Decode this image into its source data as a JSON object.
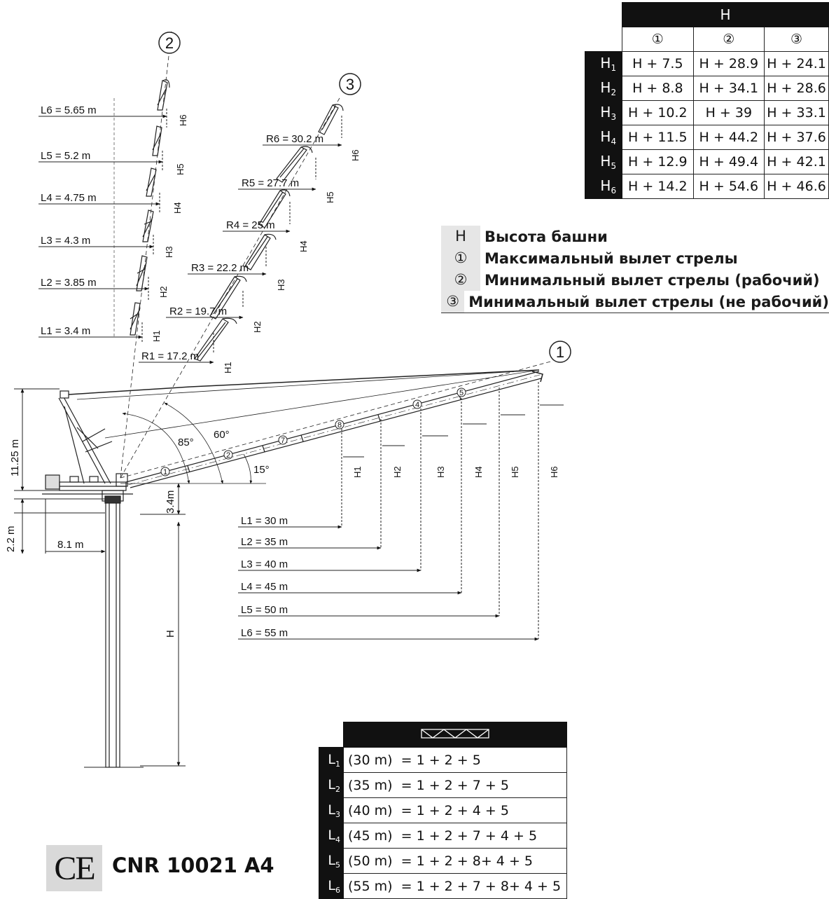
{
  "height_table": {
    "header": "H",
    "columns": [
      "①",
      "②",
      "③"
    ],
    "rows": [
      {
        "label": "H",
        "sub": "1",
        "values": [
          "H + 7.5",
          "H + 28.9",
          "H + 24.1"
        ]
      },
      {
        "label": "H",
        "sub": "2",
        "values": [
          "H + 8.8",
          "H + 34.1",
          "H + 28.6"
        ]
      },
      {
        "label": "H",
        "sub": "3",
        "values": [
          "H + 10.2",
          "H + 39",
          "H + 33.1"
        ]
      },
      {
        "label": "H",
        "sub": "4",
        "values": [
          "H + 11.5",
          "H + 44.2",
          "H + 37.6"
        ]
      },
      {
        "label": "H",
        "sub": "5",
        "values": [
          "H + 12.9",
          "H + 49.4",
          "H + 42.1"
        ]
      },
      {
        "label": "H",
        "sub": "6",
        "values": [
          "H + 14.2",
          "H + 54.6",
          "H + 46.6"
        ]
      }
    ]
  },
  "legend": [
    {
      "key": "H",
      "text": "Высота башни"
    },
    {
      "key": "①",
      "text": "Максимальный вылет стрелы"
    },
    {
      "key": "②",
      "text": "Минимальный вылет стрелы (рабочий)"
    },
    {
      "key": "③",
      "text": "Минимальный вылет стрелы (не рабочий)"
    }
  ],
  "composition_table": {
    "header_icon": "boom-section-icon",
    "rows": [
      {
        "label": "L",
        "sub": "1",
        "text": "(30 m)  = 1 + 2 + 5"
      },
      {
        "label": "L",
        "sub": "2",
        "text": "(35 m)  = 1 + 2 + 7 + 5"
      },
      {
        "label": "L",
        "sub": "3",
        "text": "(40 m)  = 1 + 2 + 4 + 5"
      },
      {
        "label": "L",
        "sub": "4",
        "text": "(45 m)  = 1 + 2 + 7 + 4 + 5"
      },
      {
        "label": "L",
        "sub": "5",
        "text": "(50 m)  = 1 + 2 + 8+ 4 + 5"
      },
      {
        "label": "L",
        "sub": "6",
        "text": "(55 m)  = 1 + 2 + 7 + 8+ 4 + 5"
      }
    ]
  },
  "certification": {
    "mark": "CE",
    "standard": "CNR 10021 A4"
  },
  "diagram": {
    "position_labels": [
      "1",
      "2",
      "3"
    ],
    "left_dims": [
      "L6 = 5.65 m",
      "L5 = 5.2 m",
      "L4 = 4.75 m",
      "L3 = 4.3 m",
      "L2 = 3.85 m",
      "L1 = 3.4 m"
    ],
    "radius_dims": [
      "R6 = 30.2 m",
      "R5 = 27.7 m",
      "R4 = 25 m",
      "R3 = 22.2 m",
      "R2 = 19.7 m",
      "R1 = 17.2 m"
    ],
    "boom_lengths": [
      "L1 = 30 m",
      "L2 = 35 m",
      "L3 = 40 m",
      "L4 = 45 m",
      "L5 = 50 m",
      "L6 = 55 m"
    ],
    "height_labels": [
      "H1",
      "H2",
      "H3",
      "H4",
      "H5",
      "H6"
    ],
    "angles": [
      "85°",
      "60°",
      "15°"
    ],
    "section_numbers": [
      "1",
      "2",
      "7",
      "8",
      "4",
      "5"
    ],
    "dims_base": [
      "11.25 m",
      "3.4m",
      "2.2 m",
      "8.1 m",
      "H"
    ]
  }
}
